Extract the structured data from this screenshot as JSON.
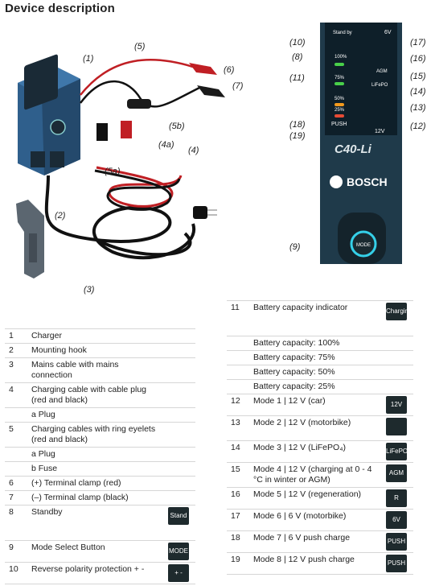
{
  "title": "Device description",
  "product_logo": "C40-Li",
  "brand": "BOSCH",
  "panel": {
    "standby": "Stand by",
    "mode_6v": "6V",
    "agm": "AGM",
    "lifepo": "LiFePO",
    "pct100": "100%",
    "pct75": "75%",
    "pct50": "50%",
    "pct25": "25%",
    "push": "PUSH",
    "v12": "12V",
    "mode_btn": "MODE"
  },
  "callouts": {
    "c1": "(1)",
    "c2": "(2)",
    "c3": "(3)",
    "c4": "(4)",
    "c4a": "(4a)",
    "c5": "(5)",
    "c5a": "(5a)",
    "c5b": "(5b)",
    "c6": "(6)",
    "c7": "(7)",
    "c8": "(8)",
    "c9": "(9)",
    "c10": "(10)",
    "c11": "(11)",
    "c12": "(12)",
    "c13": "(13)",
    "c14": "(14)",
    "c15": "(15)",
    "c16": "(16)",
    "c17": "(17)",
    "c18": "(18)",
    "c19": "(19)"
  },
  "left_table": [
    {
      "num": "1",
      "text": "Charger"
    },
    {
      "num": "2",
      "text": "Mounting hook"
    },
    {
      "num": "3",
      "text": "Mains cable with mains connection"
    },
    {
      "num": "4",
      "text": "Charging cable with cable plug (red and black)"
    },
    {
      "num": "",
      "text": "a Plug"
    },
    {
      "num": "5",
      "text": "Charging cables with ring eyelets (red and black)"
    },
    {
      "num": "",
      "text": "a Plug"
    },
    {
      "num": "",
      "text": "b Fuse"
    },
    {
      "num": "6",
      "text": "(+) Terminal clamp (red)"
    },
    {
      "num": "7",
      "text": "(–) Terminal clamp (black)"
    },
    {
      "num": "8",
      "text": "Standby",
      "icon": "Stand by"
    },
    {
      "num": "9",
      "text": "Mode Select Button",
      "icon": "MODE"
    },
    {
      "num": "10",
      "text": "Reverse polarity protection  + -",
      "icon": "+ -"
    }
  ],
  "right_table": [
    {
      "num": "11",
      "text": "Battery capacity indicator",
      "icon": "Charging Status"
    },
    {
      "num": "",
      "text": "Battery capacity: 100%"
    },
    {
      "num": "",
      "text": "Battery capacity: 75%"
    },
    {
      "num": "",
      "text": "Battery capacity: 50%"
    },
    {
      "num": "",
      "text": "Battery capacity: 25%"
    },
    {
      "num": "12",
      "text": "Mode 1 | 12 V (car)",
      "icon": "12V"
    },
    {
      "num": "13",
      "text": "Mode 2 | 12 V (motorbike)",
      "icon": ""
    },
    {
      "num": "14",
      "text": "Mode 3 | 12 V (LiFePO₄)",
      "icon": "LiFePO₄"
    },
    {
      "num": "15",
      "text": "Mode 4 | 12 V (charging at 0 - 4 °C in winter or AGM)",
      "icon": "AGM"
    },
    {
      "num": "16",
      "text": "Mode 5 | 12 V (regeneration)",
      "icon": "R"
    },
    {
      "num": "17",
      "text": "Mode 6 | 6 V (motorbike)",
      "icon": "6V"
    },
    {
      "num": "18",
      "text": "Mode 7 | 6 V push charge",
      "icon": "PUSH"
    },
    {
      "num": "19",
      "text": "Mode 8 | 12 V push charge",
      "icon": "PUSH"
    }
  ]
}
